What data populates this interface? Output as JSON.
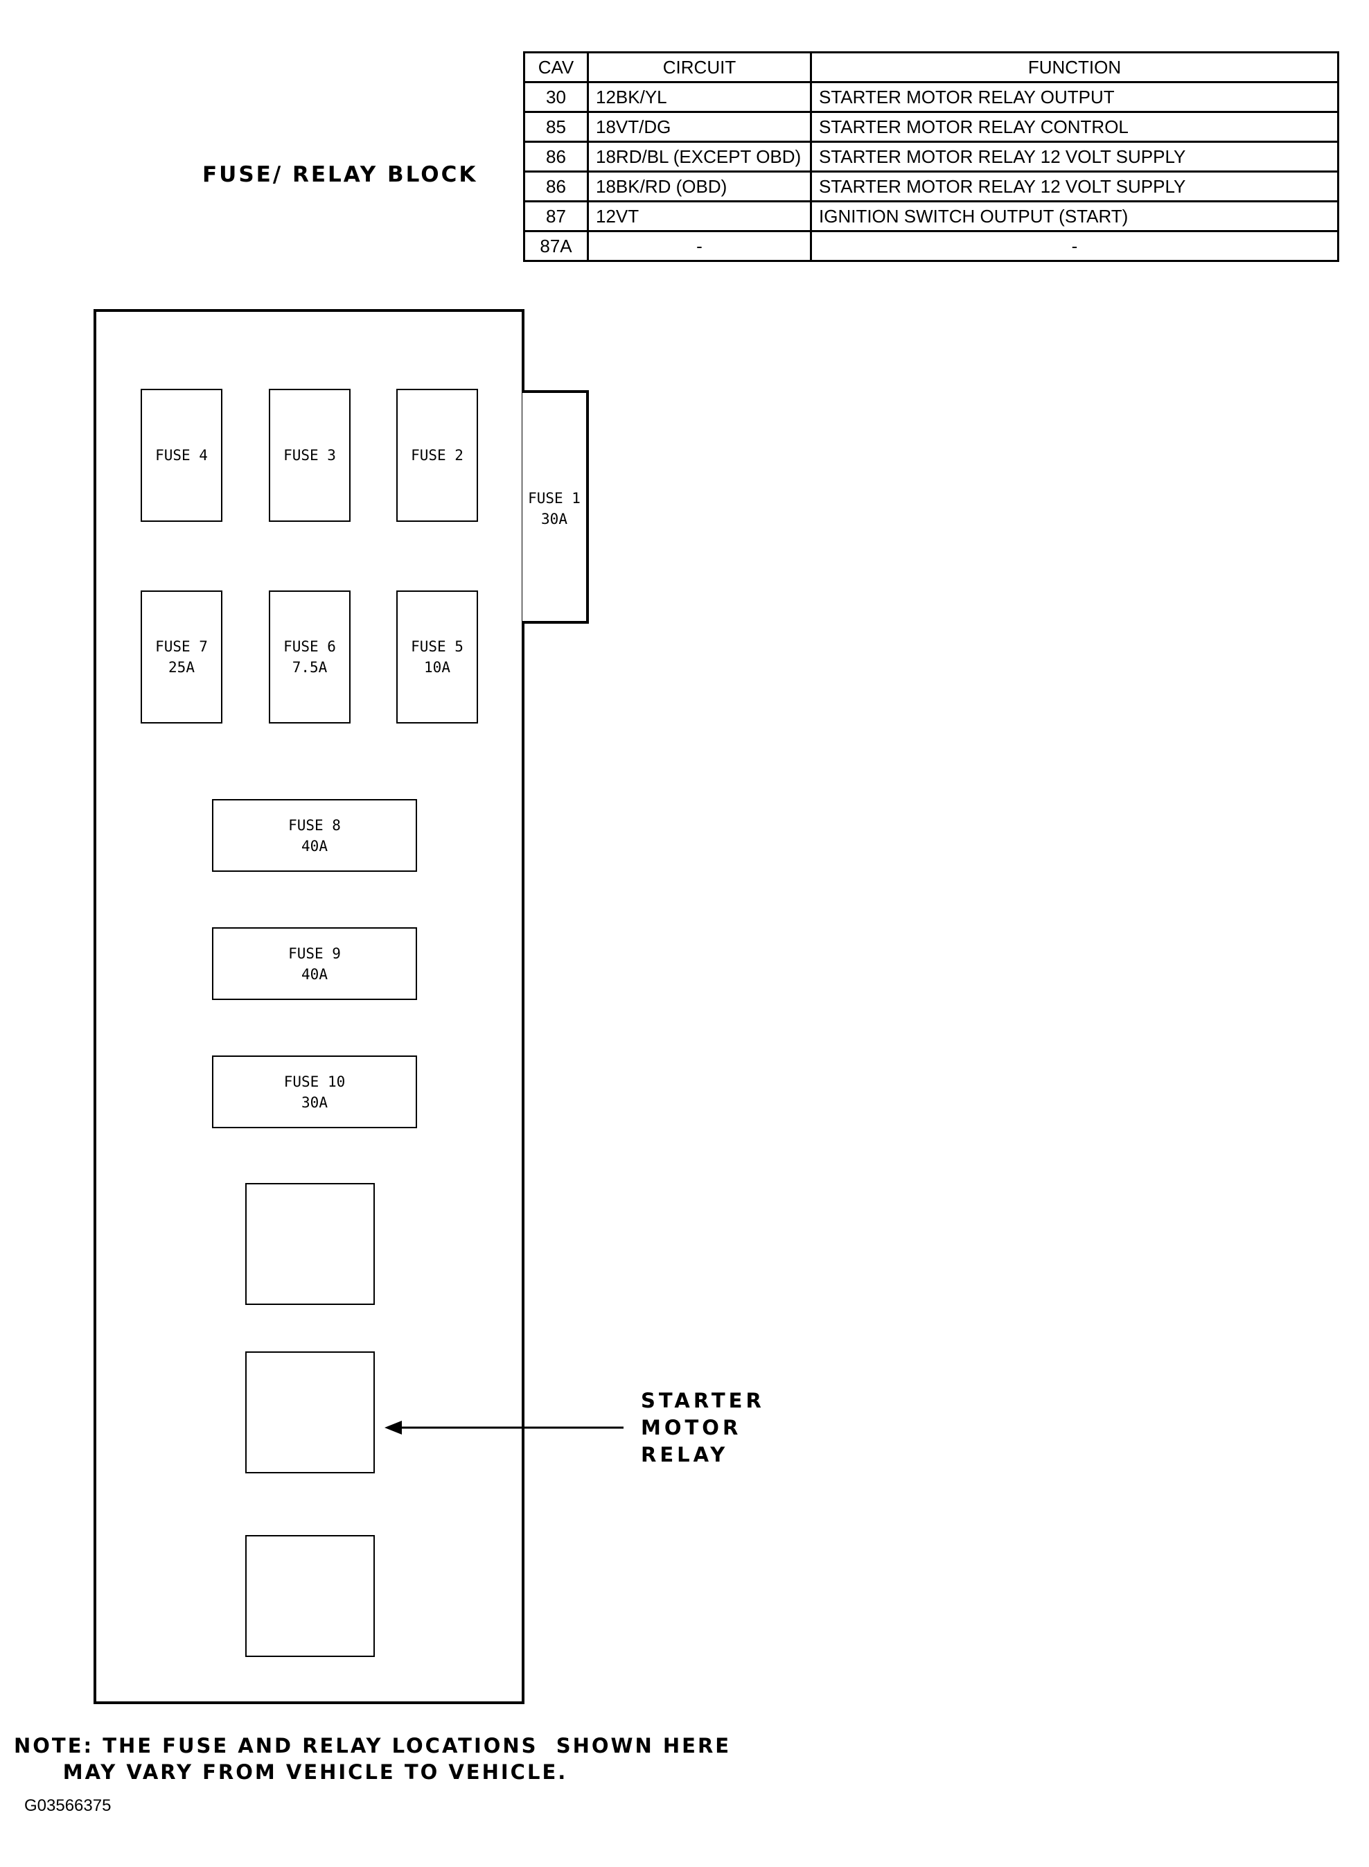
{
  "title": "FUSE/ RELAY BLOCK",
  "table": {
    "headers": [
      "CAV",
      "CIRCUIT",
      "FUNCTION"
    ],
    "rows": [
      [
        "30",
        "12BK/YL",
        "STARTER MOTOR RELAY OUTPUT"
      ],
      [
        "85",
        "18VT/DG",
        "STARTER MOTOR RELAY CONTROL"
      ],
      [
        "86",
        "18RD/BL (EXCEPT OBD)",
        "STARTER MOTOR RELAY 12 VOLT SUPPLY"
      ],
      [
        "86",
        "18BK/RD (OBD)",
        "STARTER MOTOR RELAY 12 VOLT SUPPLY"
      ],
      [
        "87",
        "12VT",
        "IGNITION SWITCH OUTPUT (START)"
      ],
      [
        "87A",
        "-",
        "-"
      ]
    ]
  },
  "fuses": {
    "fuse1": {
      "name": "FUSE 1",
      "rating": "30A"
    },
    "fuse2": {
      "name": "FUSE 2",
      "rating": ""
    },
    "fuse3": {
      "name": "FUSE 3",
      "rating": ""
    },
    "fuse4": {
      "name": "FUSE 4",
      "rating": ""
    },
    "fuse5": {
      "name": "FUSE 5",
      "rating": "10A"
    },
    "fuse6": {
      "name": "FUSE 6",
      "rating": "7.5A"
    },
    "fuse7": {
      "name": "FUSE 7",
      "rating": "25A"
    },
    "fuse8": {
      "name": "FUSE 8",
      "rating": "40A"
    },
    "fuse9": {
      "name": "FUSE 9",
      "rating": "40A"
    },
    "fuse10": {
      "name": "FUSE 10",
      "rating": "30A"
    }
  },
  "callout": {
    "line1": "STARTER",
    "line2": "MOTOR",
    "line3": "RELAY"
  },
  "note": {
    "line1": "NOTE: THE FUSE AND RELAY LOCATIONS  SHOWN HERE",
    "line2": "MAY VARY FROM VEHICLE TO VEHICLE."
  },
  "figure_id": "G03566375"
}
